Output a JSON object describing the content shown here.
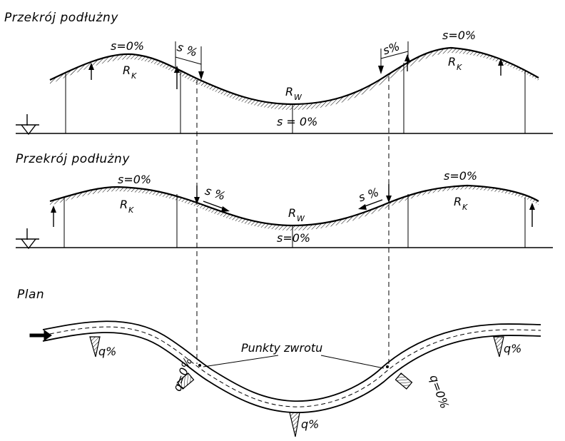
{
  "sections": {
    "profile_1": {
      "title": "Przekrój podłużny"
    },
    "profile_2": {
      "title": "Przekrój podłużny"
    },
    "plan": {
      "title": "Plan"
    }
  },
  "labels": {
    "s_zero": "s=0%",
    "s_zero_spaced": "s = 0%",
    "s_percent": "s %",
    "s_percent_tight": "s%",
    "R": "R",
    "K": "K",
    "W": "W",
    "q_percent": "q%",
    "q_zero": "q=0%",
    "turning_points": "Punkty zwrotu"
  },
  "colors": {
    "ink": "#000000",
    "paper": "#ffffff"
  },
  "icons": {
    "water_level": "inverted-triangle-symbol",
    "direction": "arrow-right-icon",
    "superelevation": "hatched-wedge-icon"
  }
}
